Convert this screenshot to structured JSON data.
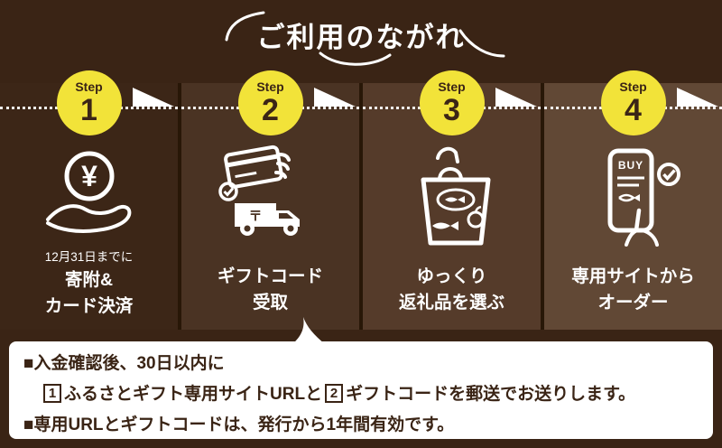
{
  "title": "ご利用のながれ",
  "steps": [
    {
      "step_word": "Step",
      "number": "1",
      "note": "12月31日までに",
      "label": "寄附&\nカード決済",
      "icon": "yen-coin-hand-icon"
    },
    {
      "step_word": "Step",
      "number": "2",
      "label": "ギフトコード\n受取",
      "icon": "credit-card-delivery-truck-icon"
    },
    {
      "step_word": "Step",
      "number": "3",
      "label": "ゆっくり\n返礼品を選ぶ",
      "icon": "shopping-bag-icon"
    },
    {
      "step_word": "Step",
      "number": "4",
      "label": "専用サイトから\nオーダー",
      "icon": "smartphone-order-icon"
    }
  ],
  "marks": {
    "yen": "¥",
    "postal": "〒",
    "buy": "BUY"
  },
  "notes": {
    "line1": "■入金確認後、30日以内に",
    "box1": "1",
    "line2a": "ふるさとギフト専用サイトURLと",
    "box2": "2",
    "line2b": "ギフトコードを郵送でお送りします。",
    "line3": "■専用URLとギフトコードは、発行から1年間有効です。"
  },
  "colors": {
    "background": "#3a2415",
    "step_circle_yellow": "#f2e339",
    "panel_text_brown": "#3a2415",
    "white": "#ffffff",
    "column_shades": [
      "#3c2617",
      "#4a3323",
      "#553b2a",
      "#614835"
    ]
  }
}
